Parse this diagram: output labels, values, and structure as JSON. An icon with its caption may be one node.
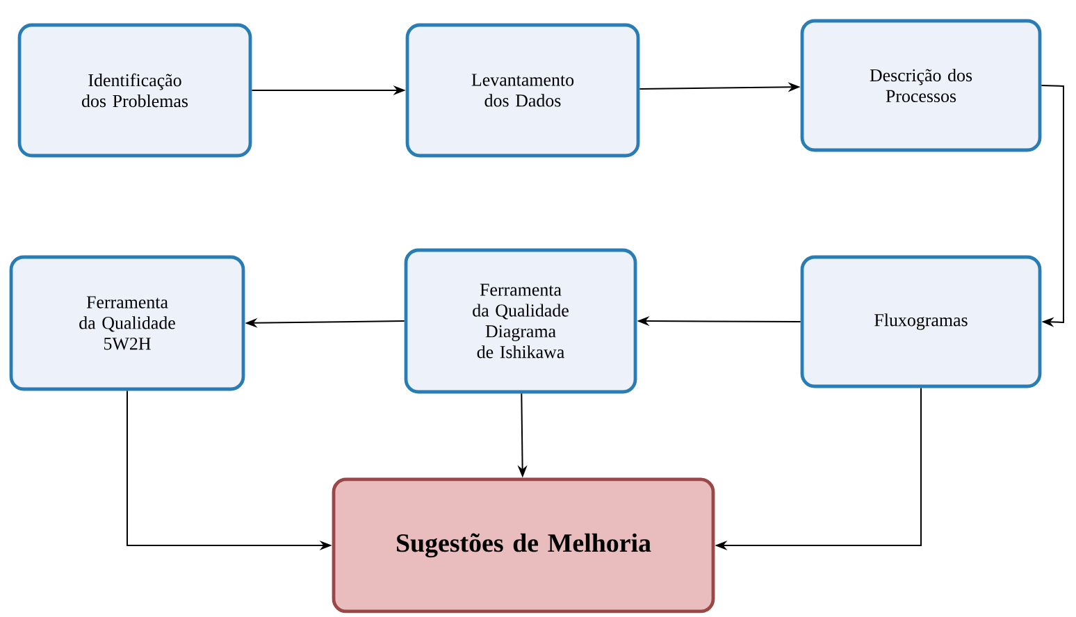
{
  "diagram": {
    "nodes": [
      {
        "text": [
          "Identificação dos Problemas"
        ]
      },
      {
        "text": [
          "Levantamento dos Dados"
        ]
      },
      {
        "text": [
          "Descrição dos Processos"
        ]
      },
      {
        "text": [
          "Fluxogramas"
        ]
      },
      {
        "text": [
          "Ferramenta da Qualidade Diagrama de Ishikawa"
        ]
      },
      {
        "text": [
          "Ferramenta da Qualidade 5W2H"
        ]
      },
      {
        "text": [
          "Sugestões de Melhoria"
        ]
      }
    ],
    "edges": [
      {
        "from": 0,
        "to": 1,
        "arrow": "to"
      },
      {
        "from": 1,
        "to": 2,
        "arrow": "to"
      },
      {
        "from": 2,
        "to": 3,
        "arrow": "to"
      },
      {
        "from": 3,
        "to": 4,
        "arrow": "to"
      },
      {
        "from": 4,
        "to": 5,
        "arrow": "to"
      },
      {
        "from": 4,
        "to": 6,
        "arrow": "to"
      },
      {
        "from": 5,
        "to": 6,
        "arrow": "to"
      },
      {
        "from": 3,
        "to": 6,
        "arrow": "to"
      }
    ]
  }
}
